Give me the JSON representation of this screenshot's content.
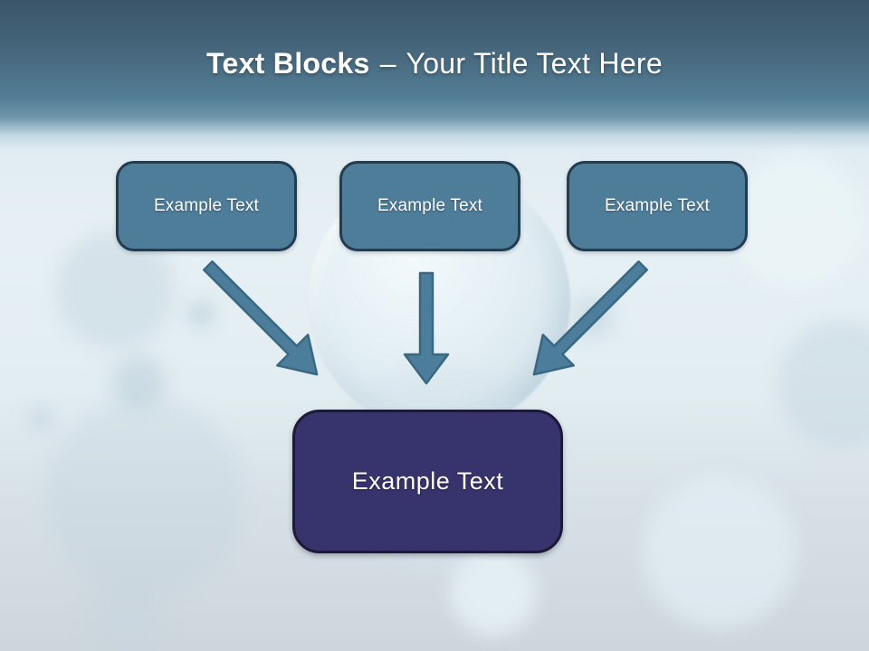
{
  "slide": {
    "title": {
      "bold": "Text Blocks",
      "separator": "–",
      "rest": "Your Title Text Here"
    },
    "top_boxes": [
      {
        "label": "Example Text"
      },
      {
        "label": "Example Text"
      },
      {
        "label": "Example Text"
      }
    ],
    "bottom_box": {
      "label": "Example Text"
    },
    "icons": [
      {
        "name": "arrow-down-left-icon"
      },
      {
        "name": "arrow-down-icon"
      },
      {
        "name": "arrow-down-right-icon"
      }
    ],
    "colors": {
      "header_top": "#3b5568",
      "header_mid": "#527e95",
      "bg_light": "#e6f0f4",
      "bg_bottom": "#cdd6dc",
      "box_fill": "#4e7d9a",
      "box_border": "#233c4e",
      "box_text": "#ffffff",
      "bottom_box_fill": "#37336c",
      "bottom_box_border": "#1d1a38",
      "arrow_fill": "#4c7d9b",
      "arrow_stroke": "#3a6782"
    }
  }
}
